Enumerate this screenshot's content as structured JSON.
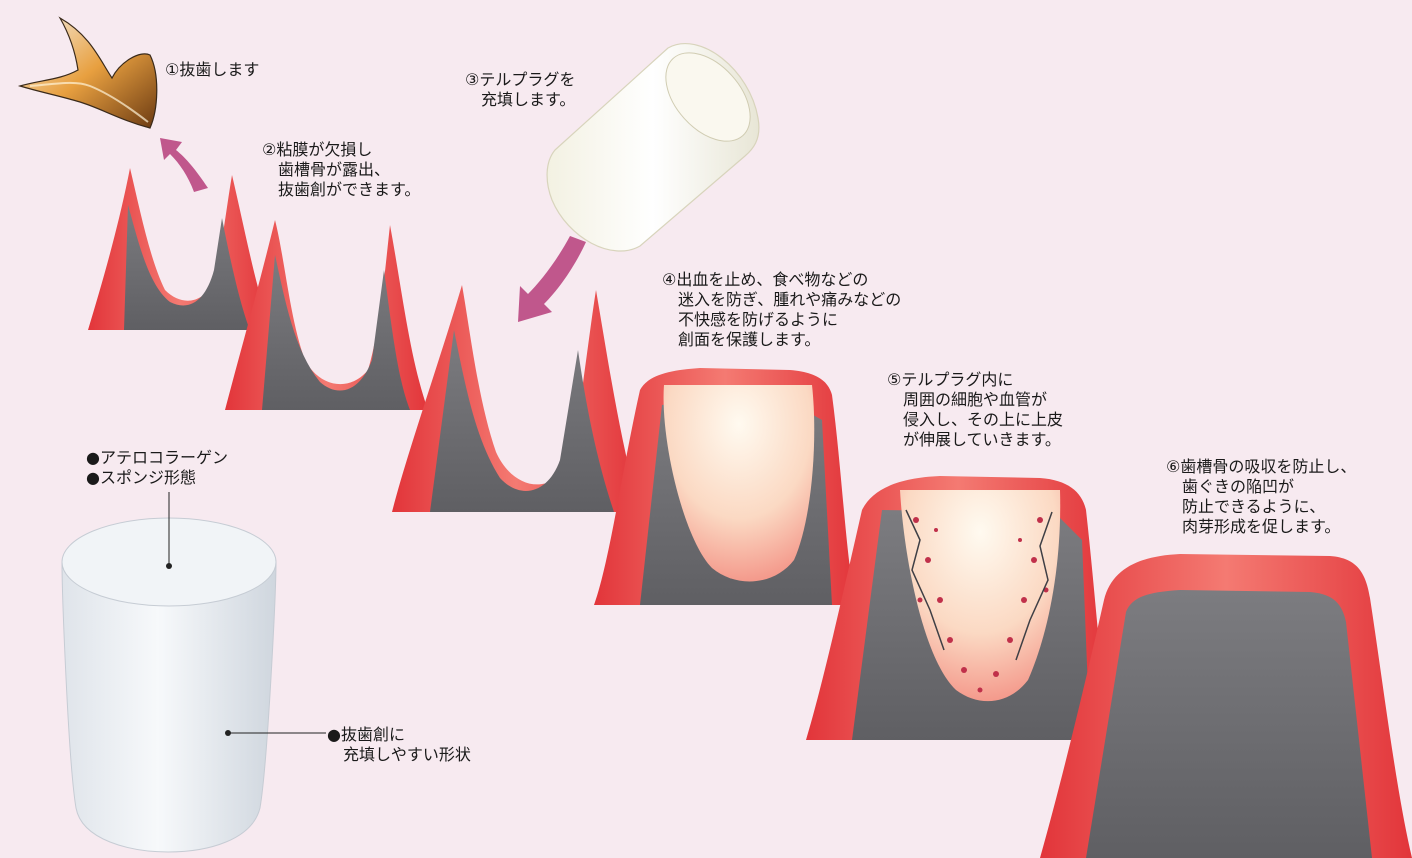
{
  "steps": [
    {
      "text": "①抜歯します"
    },
    {
      "text": "②粘膜が欠損し\n　歯槽骨が露出、\n　抜歯創ができます。"
    },
    {
      "text": "③テルプラグを\n　充填します。"
    },
    {
      "text": "④出血を止め、食べ物などの\n　迷入を防ぎ、腫れや痛みなどの\n　不快感を防げるように\n　創面を保護します。"
    },
    {
      "text": "⑤テルプラグ内に\n　周囲の細胞や血管が\n　侵入し、その上に上皮\n　が伸展していきます。"
    },
    {
      "text": "⑥歯槽骨の吸収を防止し、\n　歯ぐきの陥凹が\n　防止できるように、\n　肉芽形成を促します。"
    }
  ],
  "product": {
    "features": "●アテロコラーゲン\n●スポンジ形態",
    "shape_note": "●抜歯創に\n　充填しやすい形状"
  },
  "colors": {
    "background": "#f7eaf0",
    "gum": "#ec5f5f",
    "bone": "#6f6f72",
    "arrow": "#c0578c",
    "plug": "#f6f3e8"
  }
}
